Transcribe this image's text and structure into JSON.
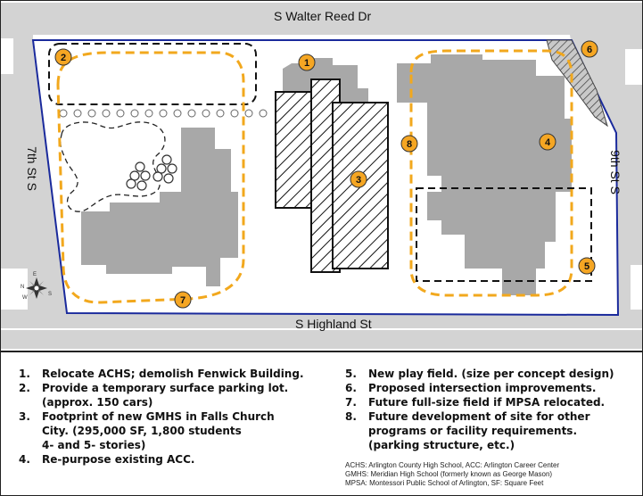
{
  "streets": {
    "north": "S Walter Reed Dr",
    "south": "S Highland St",
    "west": "7th St S",
    "east": "9th St S"
  },
  "markers": [
    "1",
    "2",
    "3",
    "4",
    "5",
    "6",
    "7",
    "8"
  ],
  "colors": {
    "boundary": "#1a2a9c",
    "dashed_orange": "#f2a81d",
    "marker_fill": "#f5a623",
    "building_gray": "#a8a8a8",
    "road_gray": "#d3d3d3"
  },
  "compass": {
    "icon": "compass-rose-icon",
    "n": "N",
    "s": "S",
    "e": "E",
    "w": "W"
  },
  "legend": {
    "left": [
      {
        "num": "1.",
        "text": "Relocate ACHS; demolish Fenwick Building."
      },
      {
        "num": "2.",
        "text": "Provide a temporary surface parking lot.\n(approx. 150 cars)"
      },
      {
        "num": "3.",
        "text": "Footprint of new GMHS in Falls Church\nCity. (295,000 SF, 1,800 students\n4- and 5- stories)"
      },
      {
        "num": "4.",
        "text": "Re-purpose existing ACC."
      }
    ],
    "right": [
      {
        "num": "5.",
        "text": "New play field. (size per concept design)"
      },
      {
        "num": "6.",
        "text": "Proposed intersection improvements."
      },
      {
        "num": "7.",
        "text": "Future full-size field if MPSA relocated."
      },
      {
        "num": "8.",
        "text": "Future development of site for other\nprograms or facility requirements.\n(parking structure, etc.)"
      }
    ],
    "abbreviations": [
      "ACHS: Arlington County High School, ACC: Arlington Career Center",
      "GMHS: Meridian High School (formerly known as George Mason)",
      "MPSA: Montessori Public School of Arlington, SF: Square Feet"
    ]
  }
}
